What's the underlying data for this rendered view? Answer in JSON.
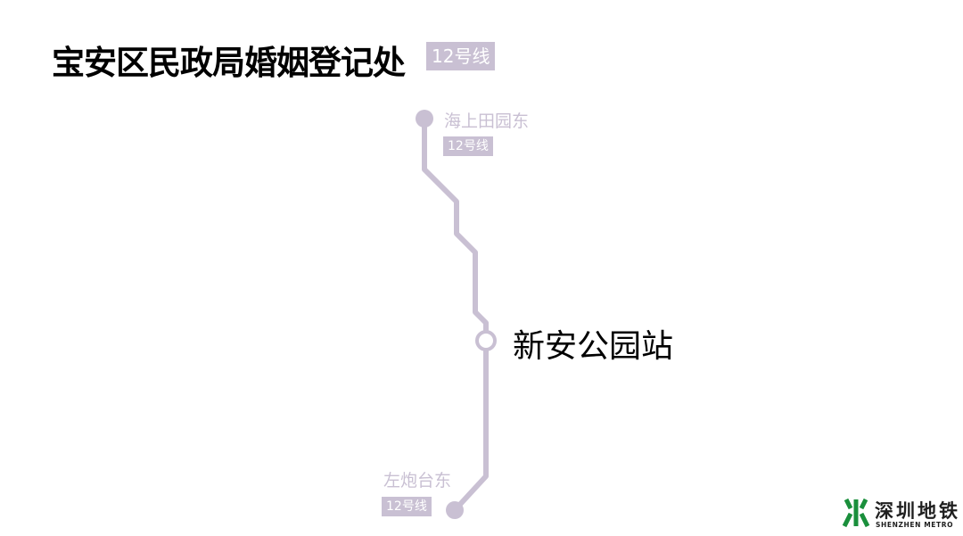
{
  "header": {
    "title": "宝安区民政局婚姻登记处",
    "line_badge": "12号线"
  },
  "route": {
    "line_color": "#c9c0d3",
    "stations": [
      {
        "name": "海上田园东",
        "line": "12号线",
        "role": "terminal-north"
      },
      {
        "name": "新安公园站",
        "line": "",
        "role": "current"
      },
      {
        "name": "左炮台东",
        "line": "12号线",
        "role": "terminal-south"
      }
    ]
  },
  "logo": {
    "name_cn": "深圳地铁",
    "name_en": "SHENZHEN METRO",
    "brand_color": "#1a8f3c"
  }
}
